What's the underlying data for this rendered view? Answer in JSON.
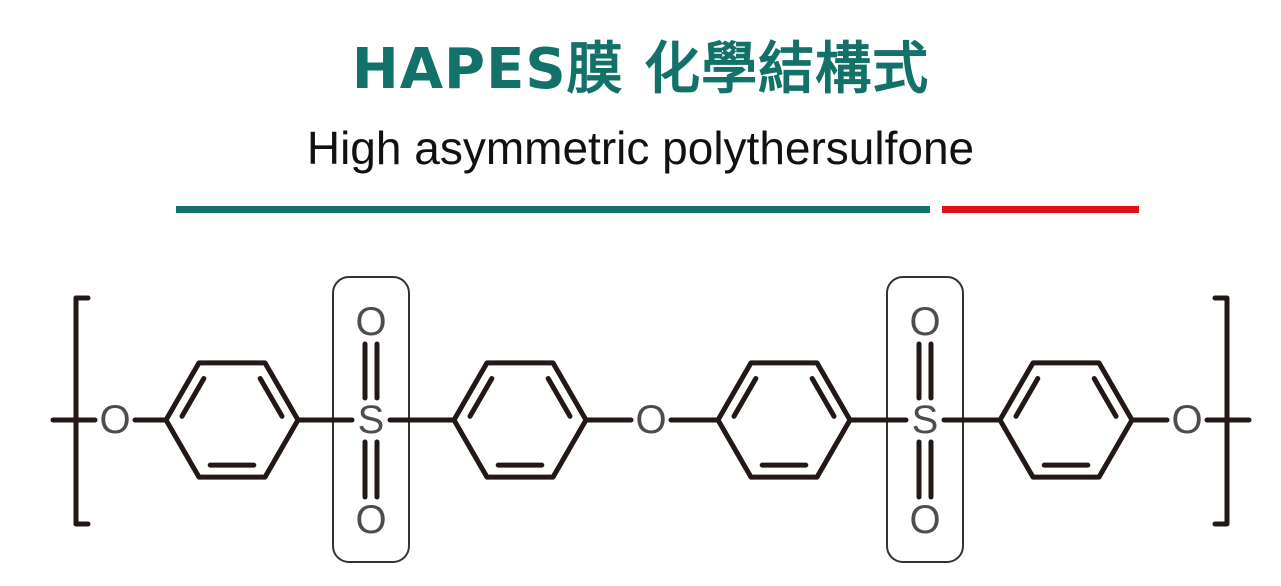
{
  "header": {
    "title": "HAPES膜 化學結構式",
    "subtitle": "High asymmetric polythersulfone"
  },
  "colors": {
    "title": "#127168",
    "subtitle": "#111111",
    "accent_left": "#127168",
    "accent_right": "#e0101b",
    "bond": "#231815",
    "atom_label": "#4d4d4d",
    "highlight_box": "#333333"
  },
  "structure": {
    "atoms": {
      "ether_oxygen": "O",
      "sulfur": "S",
      "sulfonyl_oxygen": "O"
    }
  }
}
